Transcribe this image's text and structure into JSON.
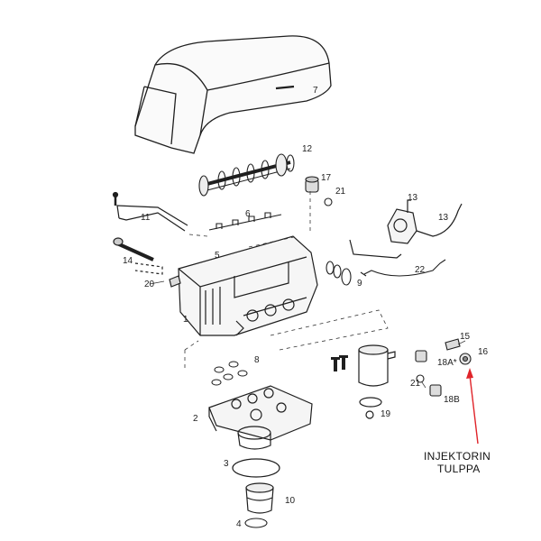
{
  "diagram": {
    "callout": {
      "line1": "INJEKTORIN",
      "line2": "TULPPA",
      "arrow_color": "#e0242a"
    },
    "part_labels": [
      "7",
      "12",
      "17",
      "21",
      "11",
      "6",
      "13",
      "13",
      "14",
      "5",
      "22",
      "20",
      "9",
      "1",
      "15",
      "16",
      "8",
      "18A*",
      "21",
      "18B",
      "2",
      "19",
      "3",
      "10",
      "4"
    ],
    "colors": {
      "line": "#1f1f1f",
      "leader": "#333333",
      "accent": "#e0242a"
    }
  }
}
